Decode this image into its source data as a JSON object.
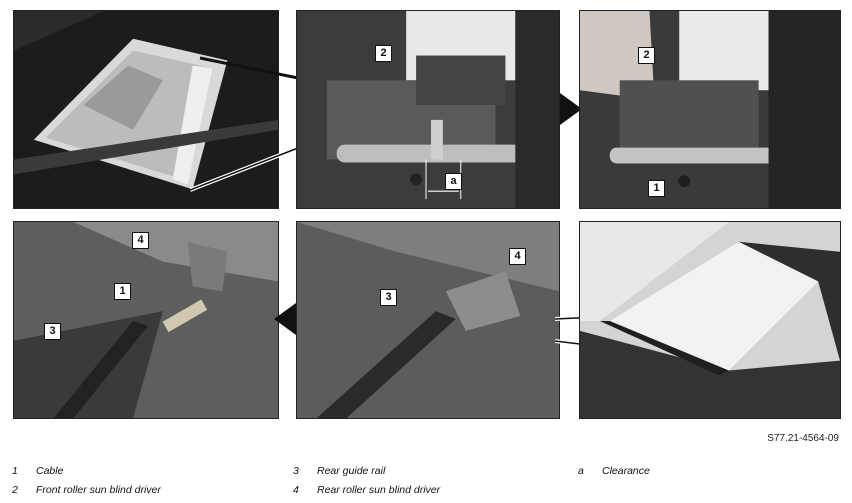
{
  "callouts": {
    "p2_driver": "2",
    "p2_clearance": "a",
    "p3_driver": "2",
    "p3_cable": "1",
    "p4_rear_driver": "4",
    "p4_cable": "1",
    "p4_rail": "3",
    "p5_rear_driver": "4",
    "p5_rail": "3"
  },
  "figure_id": "S77.21-4564-09",
  "legend": [
    {
      "key": "1",
      "text": "Cable"
    },
    {
      "key": "2",
      "text": "Front roller sun blind driver"
    },
    {
      "key": "3",
      "text": "Rear guide rail"
    },
    {
      "key": "4",
      "text": "Rear roller sun blind driver"
    },
    {
      "key": "a",
      "text": "Clearance"
    }
  ],
  "icons": [
    "arrow-right-icon",
    "arrow-left-icon"
  ]
}
